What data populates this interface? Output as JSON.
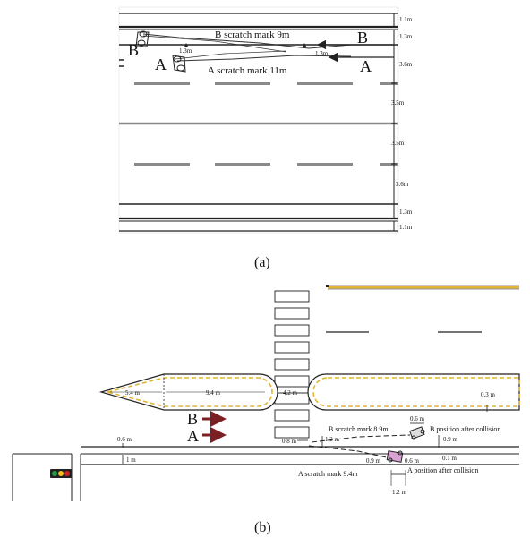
{
  "colors": {
    "line": "#222222",
    "dash_gray": "#8a8a8a",
    "yellow": "#e2b53a",
    "arrow_red": "#7a1f24",
    "signal_green": "#1e9d3a",
    "signal_yellow": "#f2c21b",
    "signal_red": "#d2221f"
  },
  "diagram_a": {
    "caption": "(a)",
    "vehicle_b": "B",
    "vehicle_a": "A",
    "b_scratch": "B scratch mark 9m",
    "a_scratch": "A scratch mark 11m",
    "dim_13_left": "1.3m",
    "dim_13_mid": "1.3m",
    "right_dims": [
      "1.1m",
      "1.3m",
      "3.6m",
      "3.5m",
      "3.5m",
      "3.6m",
      "1.3m",
      "1.1m"
    ]
  },
  "diagram_b": {
    "caption": "(b)",
    "arrow_b": "B",
    "arrow_a": "A",
    "dim_54": "5.4 m",
    "dim_94": "9.4 m",
    "dim_42": "4.2 m",
    "dim_03": "0.3 m",
    "dim_06_left": "0.6 m",
    "dim_1": "1 m",
    "dim_08": "0.8 m",
    "dim_12_top": "1.2 m",
    "dim_06_top": "0.6 m",
    "dim_09_right": "0.9 m",
    "dim_01": "0.1 m",
    "dim_09_bottom": "0.9 m",
    "dim_06_bottom": "0.6 m",
    "dim_12_bottom": "1.2 m",
    "b_scratch": "B scratch mark 8.9m",
    "b_position": "B position after collision",
    "a_scratch": "A scratch mark 9.4m",
    "a_position": "A position after collision"
  }
}
